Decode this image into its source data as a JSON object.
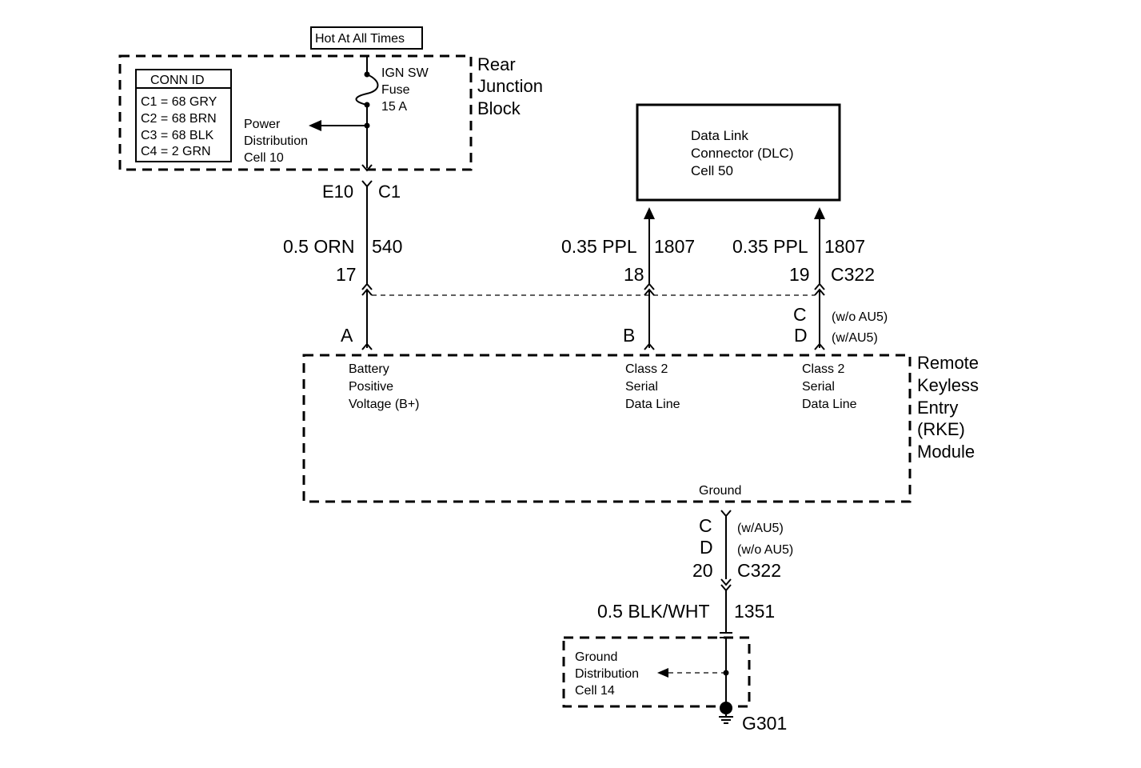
{
  "hot_label": "Hot At All Times",
  "rear_junction_block": {
    "title_lines": [
      "Rear",
      "Junction",
      "Block"
    ]
  },
  "conn_id": {
    "header": "CONN ID",
    "rows": [
      "C1 = 68 GRY",
      "C2 = 68 BRN",
      "C3 = 68 BLK",
      "C4 = 2 GRN"
    ]
  },
  "fuse": {
    "lines": [
      "IGN SW",
      "Fuse",
      "15 A"
    ]
  },
  "power_distribution": {
    "lines": [
      "Power",
      "Distribution",
      "Cell 10"
    ]
  },
  "rjb_connector": {
    "left": "E10",
    "right": "C1"
  },
  "dlc": {
    "lines": [
      "Data Link",
      "Connector (DLC)",
      "Cell 50"
    ]
  },
  "wires": {
    "power": {
      "gauge_color": "0.5 ORN",
      "circuit": "540",
      "pin": "17"
    },
    "data1": {
      "gauge_color": "0.35 PPL",
      "circuit": "1807",
      "pin": "18"
    },
    "data2": {
      "gauge_color": "0.35 PPL",
      "circuit": "1807",
      "pin": "19",
      "connector": "C322"
    },
    "ground": {
      "gauge_color": "0.5 BLK/WHT",
      "circuit": "1351"
    }
  },
  "rke_pins": {
    "a": "A",
    "b": "B",
    "c": "C",
    "c_note": "(w/o AU5)",
    "d": "D",
    "d_note": "(w/AU5)"
  },
  "rke_module": {
    "title_lines": [
      "Remote",
      "Keyless",
      "Entry",
      "(RKE)",
      "Module"
    ],
    "pin_labels": {
      "battery": [
        "Battery",
        "Positive",
        "Voltage (B+)"
      ],
      "data1": [
        "Class 2",
        "Serial",
        "Data Line"
      ],
      "data2": [
        "Class 2",
        "Serial",
        "Data Line"
      ]
    },
    "ground_label": "Ground"
  },
  "ground_pins": {
    "c": "C",
    "c_note": "(w/AU5)",
    "d": "D",
    "d_note": "(w/o AU5)",
    "pin": "20",
    "connector": "C322"
  },
  "ground_distribution": {
    "lines": [
      "Ground",
      "Distribution",
      "Cell 14"
    ]
  },
  "ground_point": "G301"
}
